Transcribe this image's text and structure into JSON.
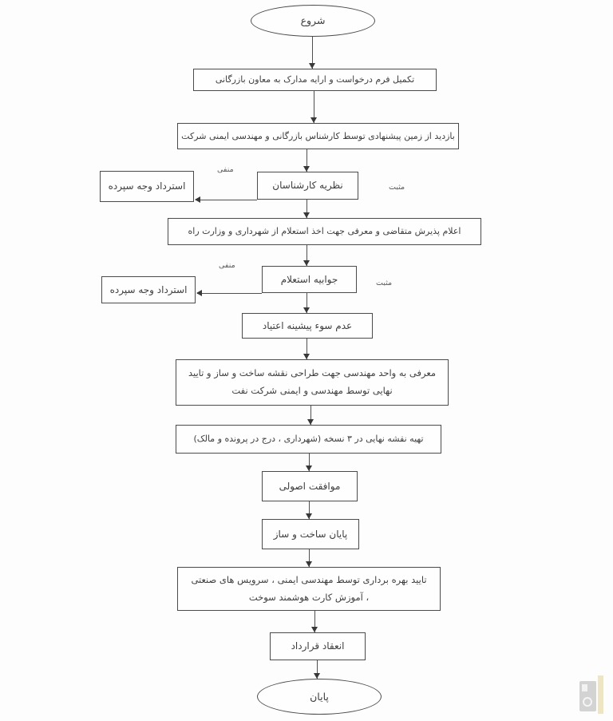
{
  "flowchart": {
    "start_label": "شروع",
    "end_label": "پایان",
    "steps": {
      "submit_form": "تکمیل فرم درخواست و ارایه مدارک به معاون بازرگانی",
      "site_visit": "بازدید از زمین پیشنهادی توسط کارشناس بازرگانی و مهندسی ایمنی شرکت",
      "expert_opinion": "نظریه کارشناسان",
      "refund_deposit_1": "استرداد وجه سپرده",
      "acceptance_announcement": "اعلام پذیرش متقاضی و معرفی جهت اخذ استعلام از شهرداری و وزارت راه",
      "inquiry_response": "جوابیه استعلام",
      "refund_deposit_2": "استرداد وجه سپرده",
      "clean_record": "عدم سوء پیشینه اعتیاد",
      "engineering_referral": "معرفی به واحد مهندسی جهت طراحی نقشه ساخت و ساز و تایید نهایی توسط مهندسی و ایمنی شرکت نفت",
      "final_map": "تهیه نقشه نهایی در ۳ نسخه (شهرداری ، درج در پرونده و مالک)",
      "principle_agreement": "موافقت اصولی",
      "construction_end": "پایان ساخت و ساز",
      "operation_approval": "تایید بهره برداری توسط مهندسی ایمنی ، سرویس های صنعتی ، آموزش کارت هوشمند سوخت",
      "contract_conclusion": "انعقاد قرارداد"
    },
    "branch_labels": {
      "negative_1": "منفی",
      "positive_1": "مثبت",
      "negative_2": "منفی",
      "positive_2": "مثبت"
    },
    "colors": {
      "background": "#fdfdfd",
      "box_border": "#4b4b4b",
      "text": "#3e3e3e",
      "arrow": "#383838",
      "watermark_gray": "#b2b2b2",
      "watermark_yellow": "#e4d391"
    }
  }
}
